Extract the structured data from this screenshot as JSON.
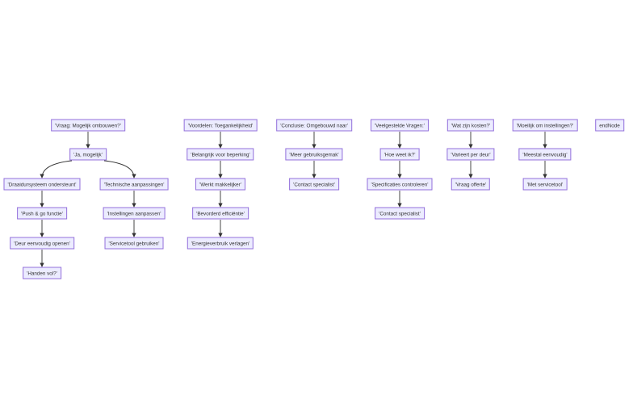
{
  "nodes": [
    {
      "id": "A1",
      "label": "'Vraag: Mogelijk ombouwen?'"
    },
    {
      "id": "A2",
      "label": "'Ja, mogelijk'"
    },
    {
      "id": "A3",
      "label": "'Draaidursysteem ondersteunt'"
    },
    {
      "id": "A4",
      "label": "'Technische aanpassingen'"
    },
    {
      "id": "A5",
      "label": "'Push & go functie'"
    },
    {
      "id": "A6",
      "label": "'Instellingen aanpassen'"
    },
    {
      "id": "A7",
      "label": "'Deur eenvoudig openen'"
    },
    {
      "id": "A8",
      "label": "'Servicetool gebruiken'"
    },
    {
      "id": "A9",
      "label": "'Handen vol?'"
    },
    {
      "id": "B1",
      "label": "'Voordelen: Toegankelijkheid'"
    },
    {
      "id": "B2",
      "label": "'Belangrijk voor beperking'"
    },
    {
      "id": "B3",
      "label": "'Werkt makkelijker'"
    },
    {
      "id": "B4",
      "label": "'Bevorderd efficiëntie'"
    },
    {
      "id": "B5",
      "label": "'Energieverbruik verlagen'"
    },
    {
      "id": "C1",
      "label": "'Conclusie: Omgebouwd naar'"
    },
    {
      "id": "C2",
      "label": "'Meer gebruiksgemak'"
    },
    {
      "id": "C3",
      "label": "'Contact specialist'"
    },
    {
      "id": "D1",
      "label": "'Veelgestelde Vragen:'"
    },
    {
      "id": "D2",
      "label": "'Hoe weet ik?'"
    },
    {
      "id": "D3",
      "label": "'Specificaties controleren'"
    },
    {
      "id": "D4",
      "label": "'Contact specialist'"
    },
    {
      "id": "E1",
      "label": "'Wat zijn kosten?'"
    },
    {
      "id": "E2",
      "label": "'Varieert per deur'"
    },
    {
      "id": "E3",
      "label": "'Vraag offerte'"
    },
    {
      "id": "F1",
      "label": "'Moeilijk om instellingen?'"
    },
    {
      "id": "F2",
      "label": "'Meestal eenvoudig'"
    },
    {
      "id": "F3",
      "label": "'Met servicetool'"
    },
    {
      "id": "G1",
      "label": "endNode"
    }
  ],
  "edges": [
    [
      "A1",
      "A2"
    ],
    [
      "A2",
      "A3"
    ],
    [
      "A2",
      "A4"
    ],
    [
      "A3",
      "A5"
    ],
    [
      "A5",
      "A7"
    ],
    [
      "A7",
      "A9"
    ],
    [
      "A4",
      "A6"
    ],
    [
      "A6",
      "A8"
    ],
    [
      "B1",
      "B2"
    ],
    [
      "B2",
      "B3"
    ],
    [
      "B3",
      "B4"
    ],
    [
      "B4",
      "B5"
    ],
    [
      "C1",
      "C2"
    ],
    [
      "C2",
      "C3"
    ],
    [
      "D1",
      "D2"
    ],
    [
      "D2",
      "D3"
    ],
    [
      "D3",
      "D4"
    ],
    [
      "E1",
      "E2"
    ],
    [
      "E2",
      "E3"
    ],
    [
      "F1",
      "F2"
    ],
    [
      "F2",
      "F3"
    ]
  ],
  "colors": {
    "node_fill": "#ECECFF",
    "node_stroke": "#9370DB",
    "edge": "#333333"
  }
}
